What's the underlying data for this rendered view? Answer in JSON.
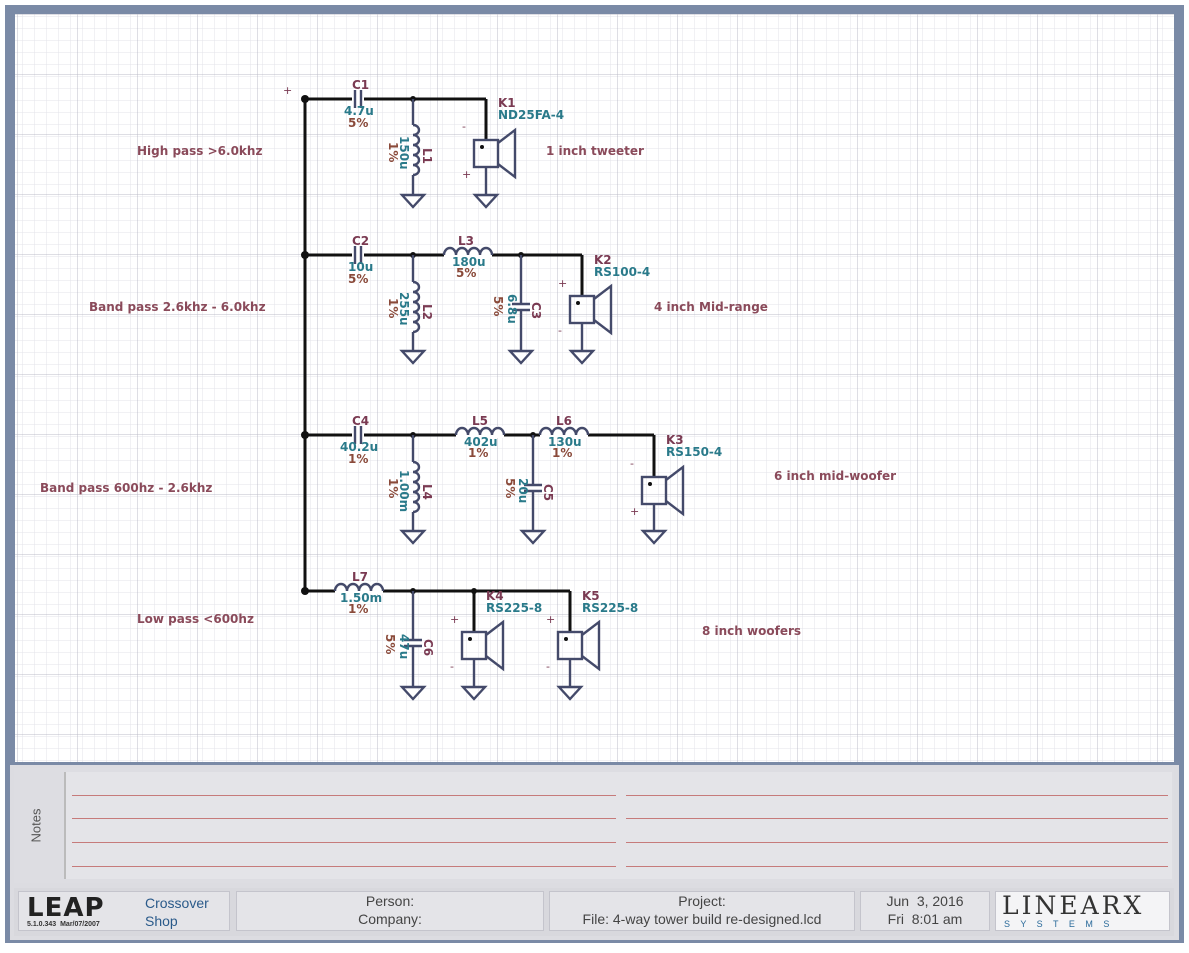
{
  "schematic": {
    "components": {
      "C1": {
        "name": "C1",
        "value": "4.7u",
        "tol": "5%"
      },
      "L1": {
        "name": "L1",
        "value": "150u",
        "tol": "1%"
      },
      "K1": {
        "name": "K1",
        "model": "ND25FA-4"
      },
      "C2": {
        "name": "C2",
        "value": "10u",
        "tol": "5%"
      },
      "L2": {
        "name": "L2",
        "value": "255u",
        "tol": "1%"
      },
      "L3": {
        "name": "L3",
        "value": "180u",
        "tol": "5%"
      },
      "C3": {
        "name": "C3",
        "value": "6.8u",
        "tol": "5%"
      },
      "K2": {
        "name": "K2",
        "model": "RS100-4"
      },
      "C4": {
        "name": "C4",
        "value": "40.2u",
        "tol": "1%"
      },
      "L4": {
        "name": "L4",
        "value": "1.00m",
        "tol": "1%"
      },
      "L5": {
        "name": "L5",
        "value": "402u",
        "tol": "1%"
      },
      "L6": {
        "name": "L6",
        "value": "130u",
        "tol": "1%"
      },
      "C5": {
        "name": "C5",
        "value": "20u",
        "tol": "5%"
      },
      "K3": {
        "name": "K3",
        "model": "RS150-4"
      },
      "L7": {
        "name": "L7",
        "value": "1.50m",
        "tol": "1%"
      },
      "C6": {
        "name": "C6",
        "value": "47u",
        "tol": "5%"
      },
      "K4": {
        "name": "K4",
        "model": "RS225-8"
      },
      "K5": {
        "name": "K5",
        "model": "RS225-8"
      }
    },
    "annotations": {
      "high_pass": "High pass >6.0khz",
      "band_pass_1": "Band pass 2.6khz - 6.0khz",
      "band_pass_2": "Band pass 600hz - 2.6khz",
      "low_pass": "Low pass <600hz",
      "tweeter": "1 inch tweeter",
      "midrange": "4 inch Mid-range",
      "midwoofer": "6 inch mid-woofer",
      "woofers": "8 inch woofers"
    },
    "plus": "+",
    "minus": "-"
  },
  "notes": {
    "label": "Notes"
  },
  "title_block": {
    "logo": "LEAP",
    "version": "5.1.0.343",
    "version_date": "Mar/07/2007",
    "product_line1": "Crossover",
    "product_line2": "Shop",
    "person_label": "Person:",
    "company_label": "Company:",
    "project_label": "Project:",
    "file_label": "File: 4-way tower build re-designed.lcd",
    "date": "Jun  3, 2016",
    "time": "Fri  8:01 am",
    "brand": "LINEARX",
    "brand_sub": "S Y S T E M S"
  },
  "colors": {
    "frame": "#7a8aa6",
    "grid_major": "#c8c8d2",
    "grid_minor": "#e6e6ec",
    "wire": "#111111",
    "component": "#444a6a",
    "name": "#7a3a52",
    "value": "#2a7a8a"
  }
}
